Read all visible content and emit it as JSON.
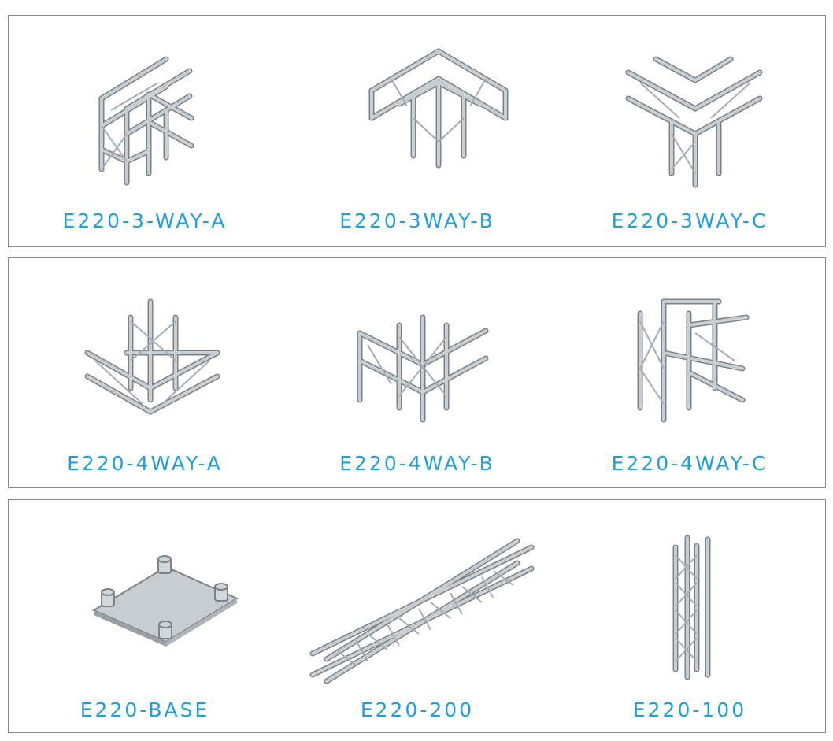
{
  "colors": {
    "label": "#1fa0dc",
    "truss_tube": "#c9ced2",
    "truss_outline": "#7c8287",
    "border": "#8a8a8a"
  },
  "panels": [
    {
      "items": [
        {
          "label": "E220-3-WAY-A",
          "icon": "truss-3way-corner-icon"
        },
        {
          "label": "E220-3WAY-B",
          "icon": "truss-3way-flat-corner-icon"
        },
        {
          "label": "E220-3WAY-C",
          "icon": "truss-3way-t-icon"
        }
      ]
    },
    {
      "items": [
        {
          "label": "E220-4WAY-A",
          "icon": "truss-4way-corner-icon"
        },
        {
          "label": "E220-4WAY-B",
          "icon": "truss-4way-cross-icon"
        },
        {
          "label": "E220-4WAY-C",
          "icon": "truss-4way-t-icon"
        }
      ]
    },
    {
      "items": [
        {
          "label": "E220-BASE",
          "icon": "truss-base-plate-icon"
        },
        {
          "label": "E220-200",
          "icon": "truss-straight-200-icon"
        },
        {
          "label": "E220-100",
          "icon": "truss-straight-100-icon"
        }
      ]
    }
  ]
}
